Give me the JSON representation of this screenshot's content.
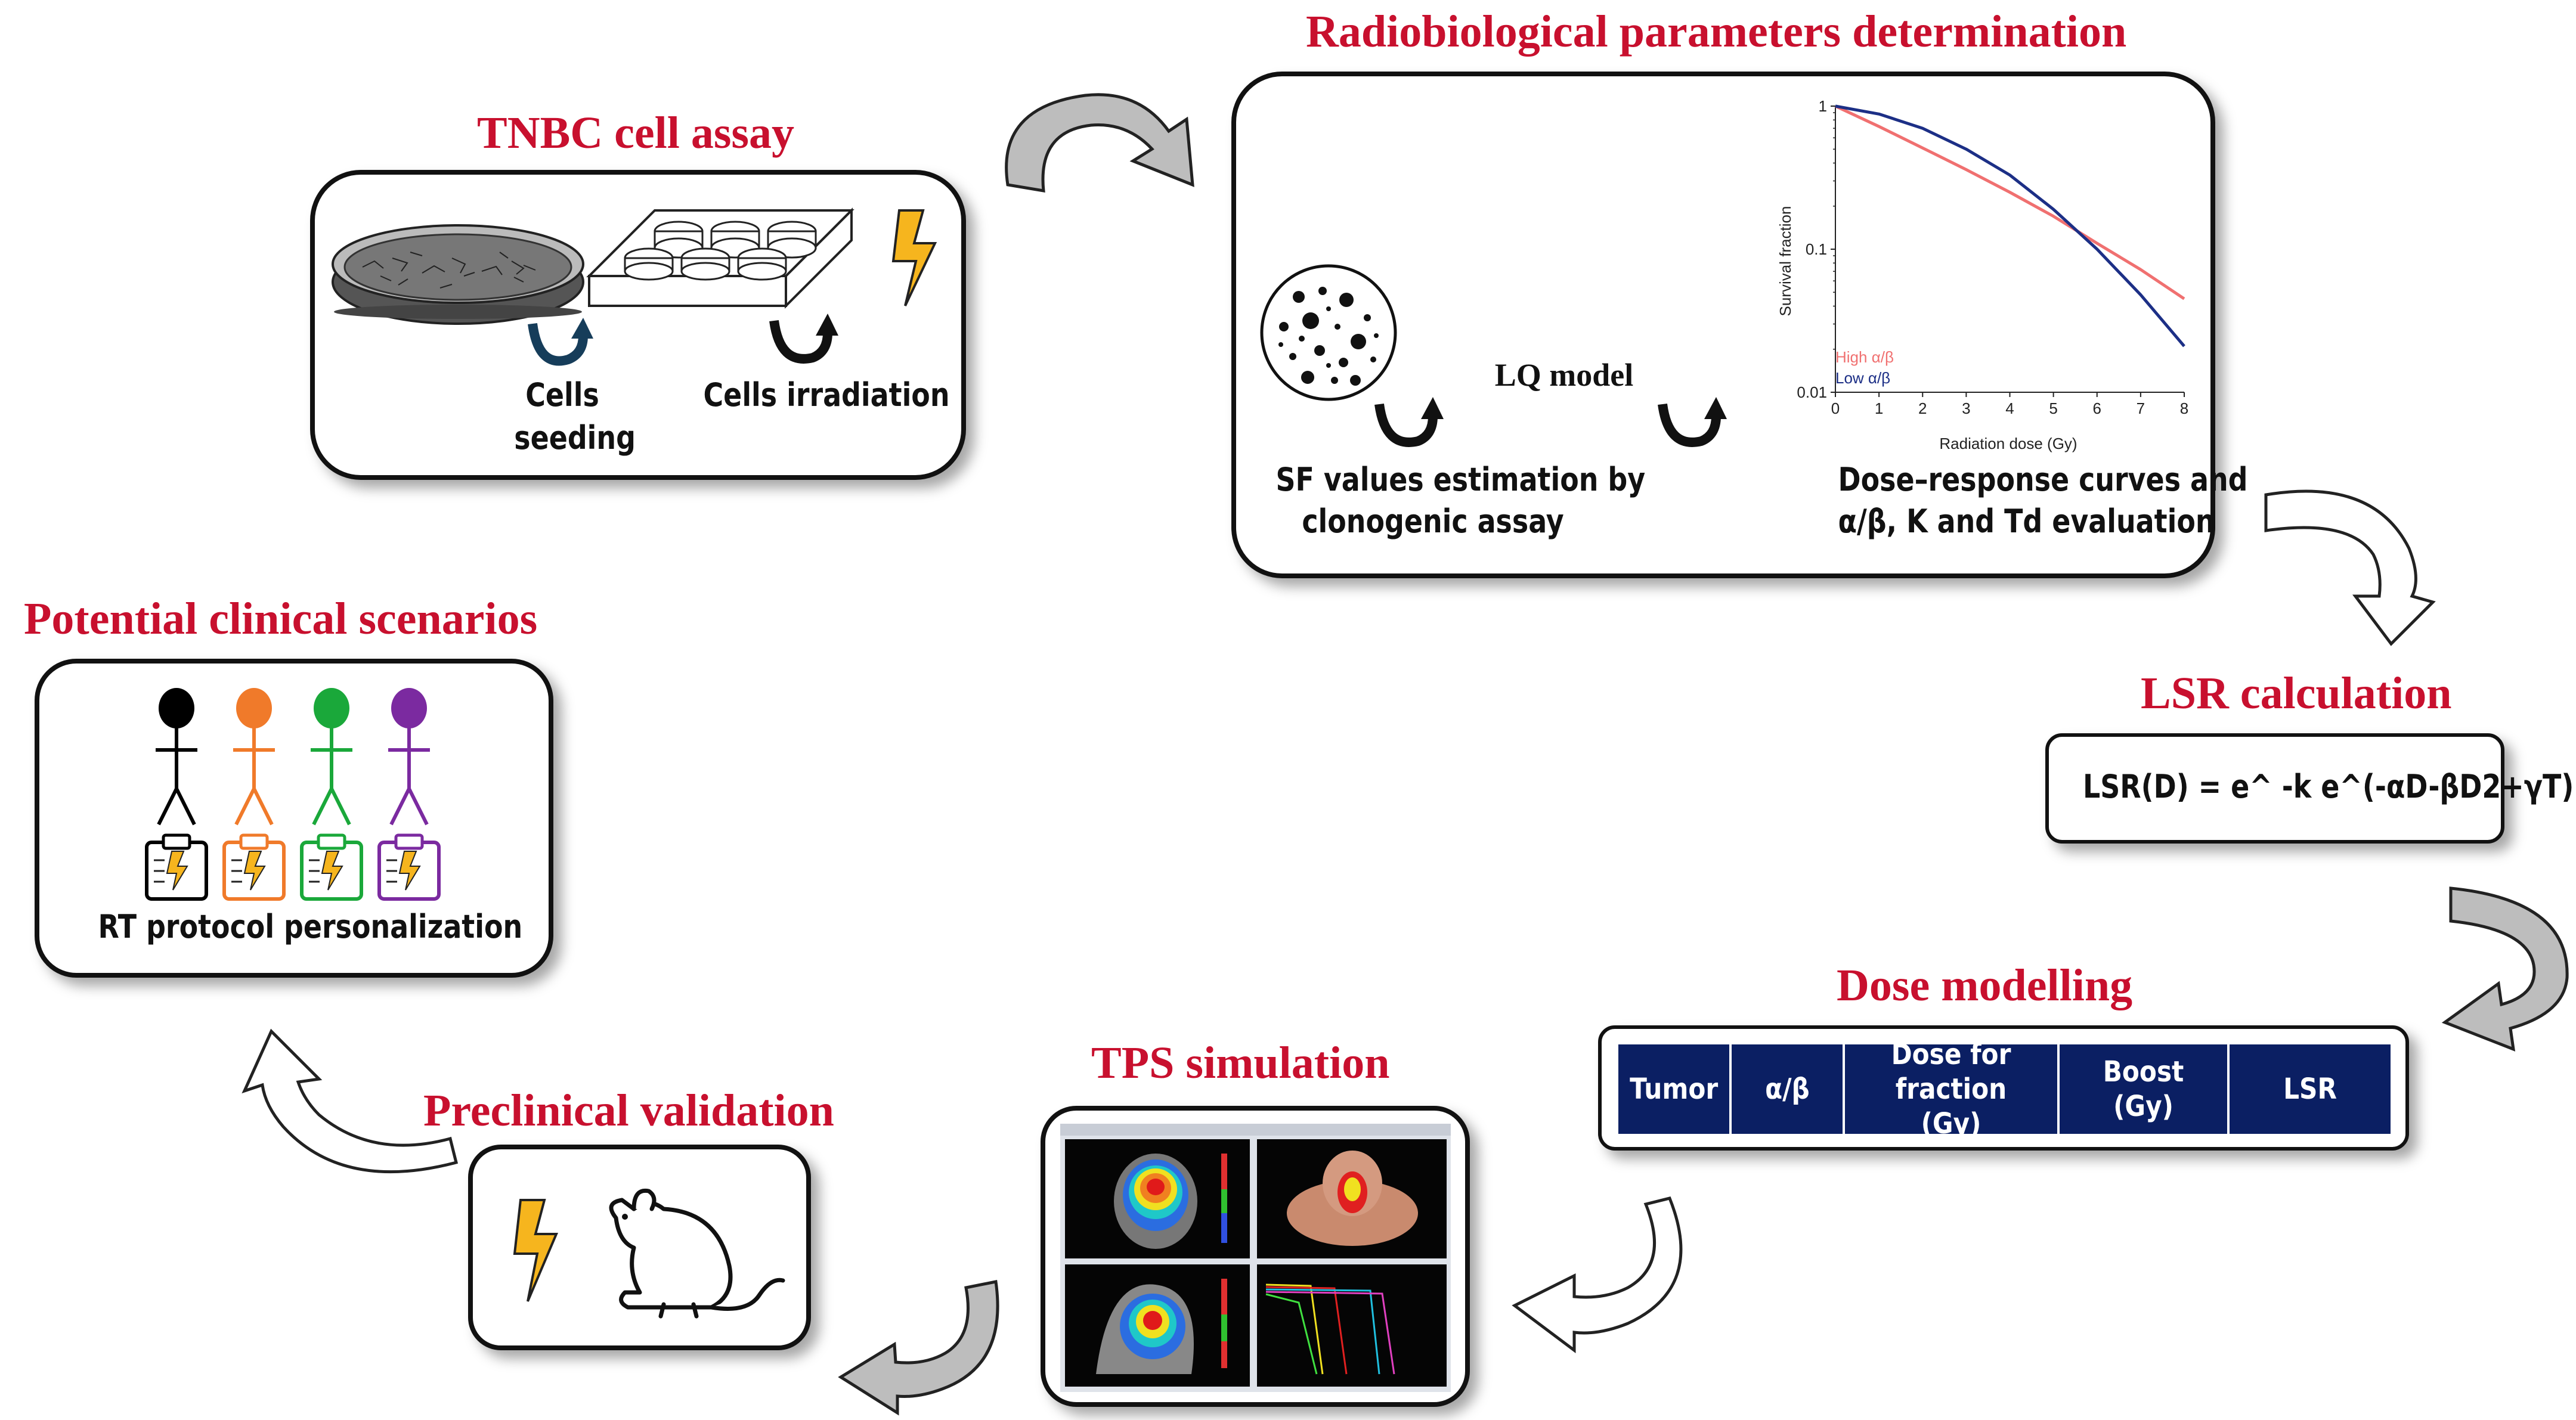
{
  "titles": {
    "tnbc": "TNBC cell assay",
    "radio": "Radiobiological parameters determination",
    "lsr": "LSR calculation",
    "dose": "Dose modelling",
    "tps": "TPS simulation",
    "preclinical": "Preclinical validation",
    "clinical": "Potential clinical scenarios"
  },
  "tnbc": {
    "seeding_line1": "Cells",
    "seeding_line2": "seeding",
    "irradiation": "Cells irradiation"
  },
  "radio": {
    "sf_line1": "SF values estimation by",
    "sf_line2": "clonogenic assay",
    "lq_model": "LQ model",
    "dr_line1": "Dose–response curves and",
    "dr_line2": "α/β, K and Td evaluation"
  },
  "lsr": {
    "formula": "LSR(D) = e^ -k e^(-αD-βD2+γT)"
  },
  "dose_table": {
    "headers": [
      "Tumor",
      "α/β",
      "Dose for fraction (Gy)",
      "Boost (Gy)",
      "LSR"
    ]
  },
  "clinical": {
    "label": "RT protocol personalization",
    "colors": [
      "#000000",
      "#f07a2a",
      "#1aa83a",
      "#7b2aa0"
    ]
  },
  "colors": {
    "title_red": "#c8102e",
    "table_navy": "#0b1f63",
    "bolt_yellow": "#f6b51e"
  },
  "chart_data": {
    "type": "line",
    "xlabel": "Radiation dose (Gy)",
    "ylabel": "Survival fraction",
    "xlim": [
      0,
      8
    ],
    "ylim": [
      0.01,
      1
    ],
    "yscale": "log",
    "x_ticks": [
      "0",
      "1",
      "2",
      "3",
      "4",
      "5",
      "6",
      "7",
      "8"
    ],
    "y_ticks": [
      "1",
      "0.1",
      "0.01"
    ],
    "legend_position": "lower-left",
    "series": [
      {
        "name": "High α/β",
        "color": "#f07070",
        "x": [
          0,
          1,
          2,
          3,
          4,
          5,
          6,
          7,
          8
        ],
        "y": [
          1.0,
          0.72,
          0.51,
          0.36,
          0.25,
          0.17,
          0.11,
          0.072,
          0.045
        ]
      },
      {
        "name": "Low α/β",
        "color": "#1c2f86",
        "x": [
          0,
          1,
          2,
          3,
          4,
          5,
          6,
          7,
          8
        ],
        "y": [
          1.0,
          0.88,
          0.7,
          0.5,
          0.33,
          0.19,
          0.1,
          0.048,
          0.021
        ]
      }
    ]
  }
}
